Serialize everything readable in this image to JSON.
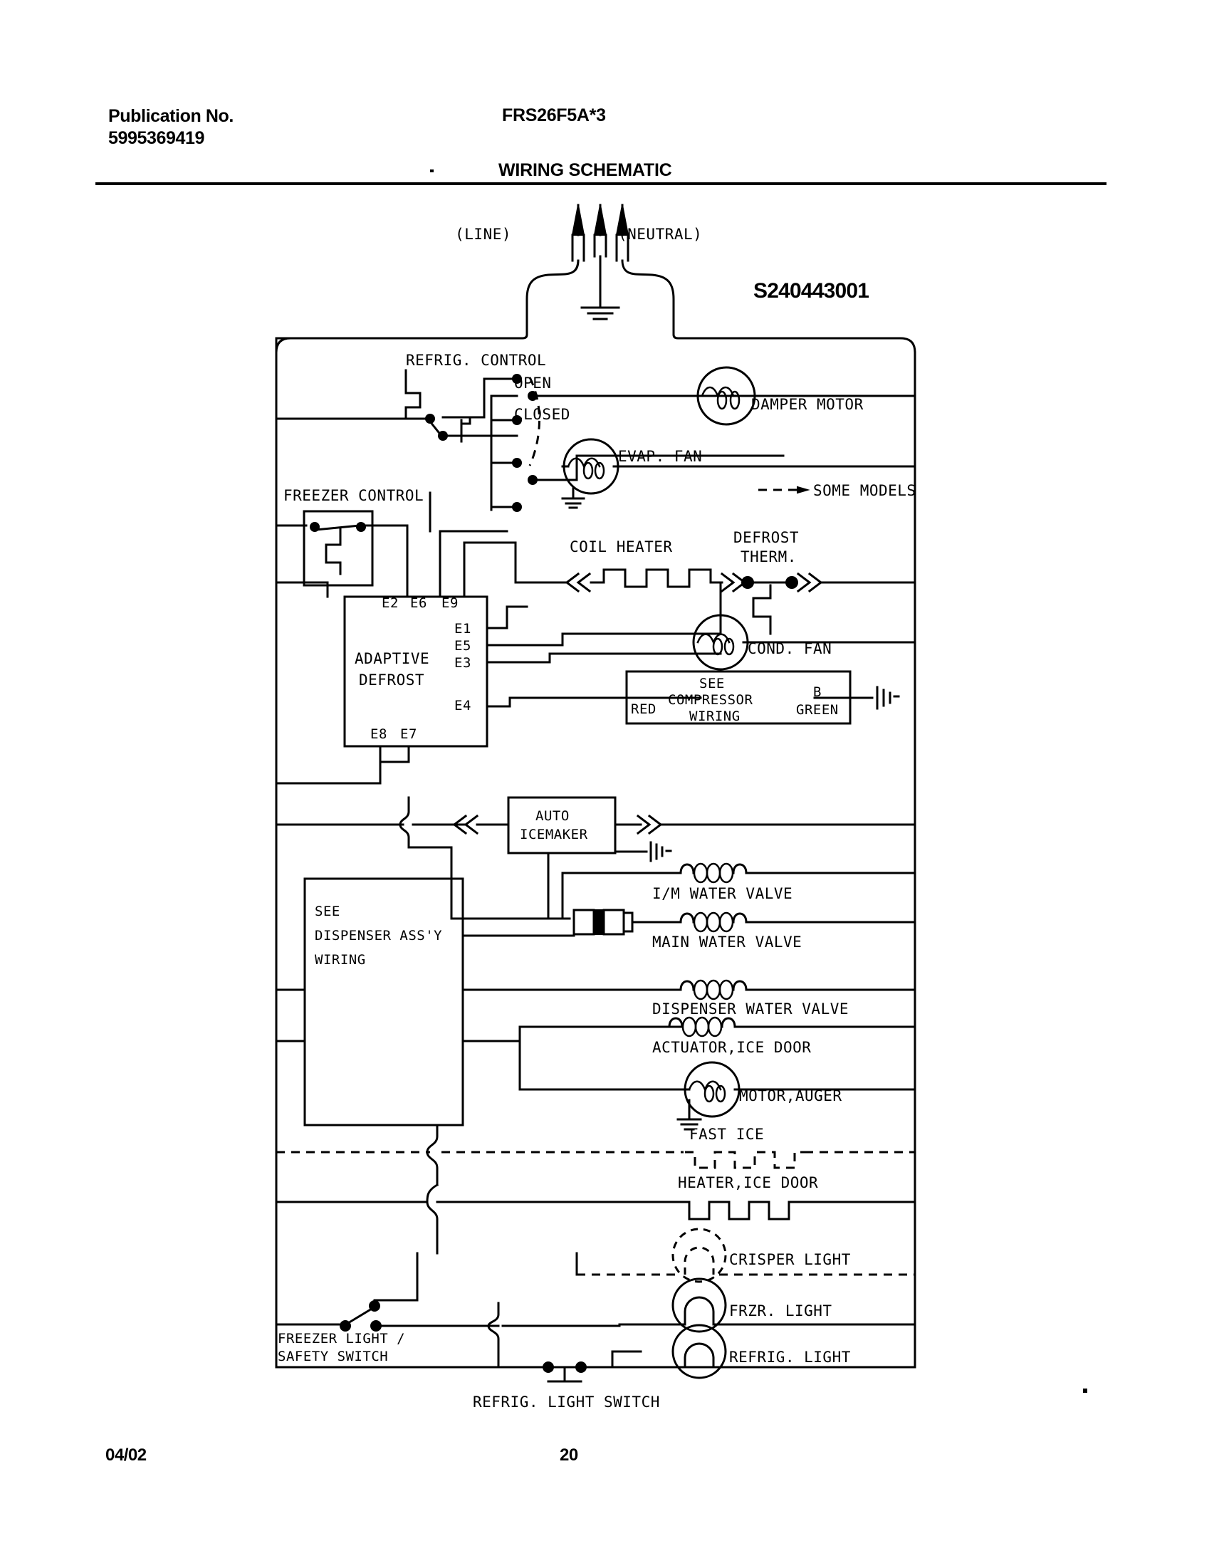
{
  "header": {
    "publication_label": "Publication No.",
    "publication_number": "5995369419",
    "model": "FRS26F5A*3",
    "title": "WIRING SCHEMATIC"
  },
  "footer": {
    "date": "04/02",
    "page": "20"
  },
  "schematic": {
    "part_number": "S240443001",
    "supply": {
      "line_label": "(LINE)",
      "neutral_label": "(NEUTRAL)"
    },
    "legend": {
      "some_models": "SOME MODELS"
    },
    "components": {
      "refrig_control": "REFRIG. CONTROL",
      "refrig_control_open": "OPEN",
      "refrig_control_closed": "CLOSED",
      "damper_motor": "DAMPER MOTOR",
      "evap_fan": "EVAP. FAN",
      "freezer_control": "FREEZER CONTROL",
      "coil_heater": "COIL HEATER",
      "defrost_therm_line1": "DEFROST",
      "defrost_therm_line2": "THERM.",
      "adaptive_defrost_line1": "ADAPTIVE",
      "adaptive_defrost_line2": "DEFROST",
      "cond_fan": "COND. FAN",
      "compressor_line1": "SEE",
      "compressor_line2": "COMPRESSOR",
      "compressor_line3": "WIRING",
      "compressor_red": "RED",
      "compressor_b": "B",
      "compressor_green": "GREEN",
      "auto_icemaker_line1": "AUTO",
      "auto_icemaker_line2": "ICEMAKER",
      "dispenser_line1": "SEE",
      "dispenser_line2": "DISPENSER ASS'Y",
      "dispenser_line3": "WIRING",
      "im_water_valve": "I/M WATER VALVE",
      "main_water_valve": "MAIN WATER VALVE",
      "dispenser_water_valve": "DISPENSER WATER VALVE",
      "actuator_ice_door": "ACTUATOR,ICE DOOR",
      "motor_auger": "MOTOR,AUGER",
      "fast_ice": "FAST ICE",
      "heater_ice_door": "HEATER,ICE DOOR",
      "crisper_light": "CRISPER LIGHT",
      "frzr_light": "FRZR. LIGHT",
      "refrig_light": "REFRIG. LIGHT",
      "freezer_light_switch_line1": "FREEZER LIGHT /",
      "freezer_light_switch_line2": "SAFETY SWITCH",
      "refrig_light_switch": "REFRIG. LIGHT SWITCH"
    },
    "terminals": {
      "top": [
        "E2",
        "E6",
        "E9"
      ],
      "right": [
        "E1",
        "E5",
        "E3"
      ],
      "right_lower": "E4",
      "bottom": [
        "E8",
        "E7"
      ]
    }
  },
  "colors": {
    "ink": "#000000",
    "paper": "#ffffff"
  }
}
